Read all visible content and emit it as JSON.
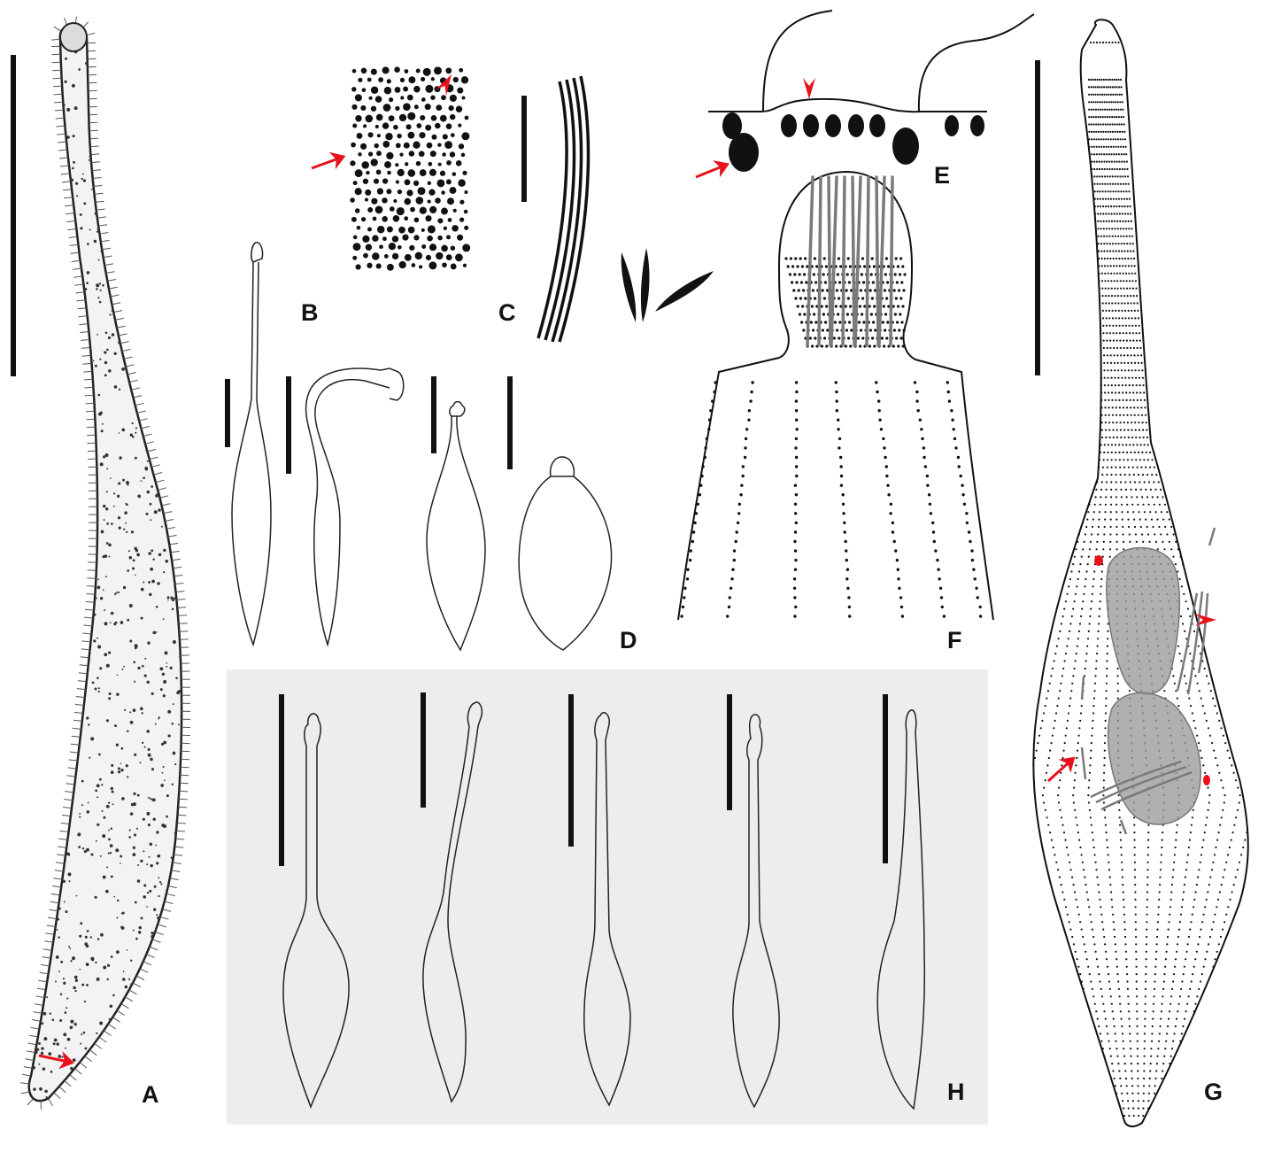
{
  "panels": {
    "a": "A",
    "b": "B",
    "c": "C",
    "d": "D",
    "e": "E",
    "f": "F",
    "g": "G",
    "h": "H"
  },
  "colors": {
    "ink": "#111111",
    "arrow": "#e8121c",
    "stain": "#8a8a8a",
    "panel_h_background": "#ededed",
    "cell_fill_a": "#f3f3f3"
  },
  "icons": {
    "arrow": "red-arrow-icon",
    "arrowhead": "red-arrowhead-icon"
  }
}
